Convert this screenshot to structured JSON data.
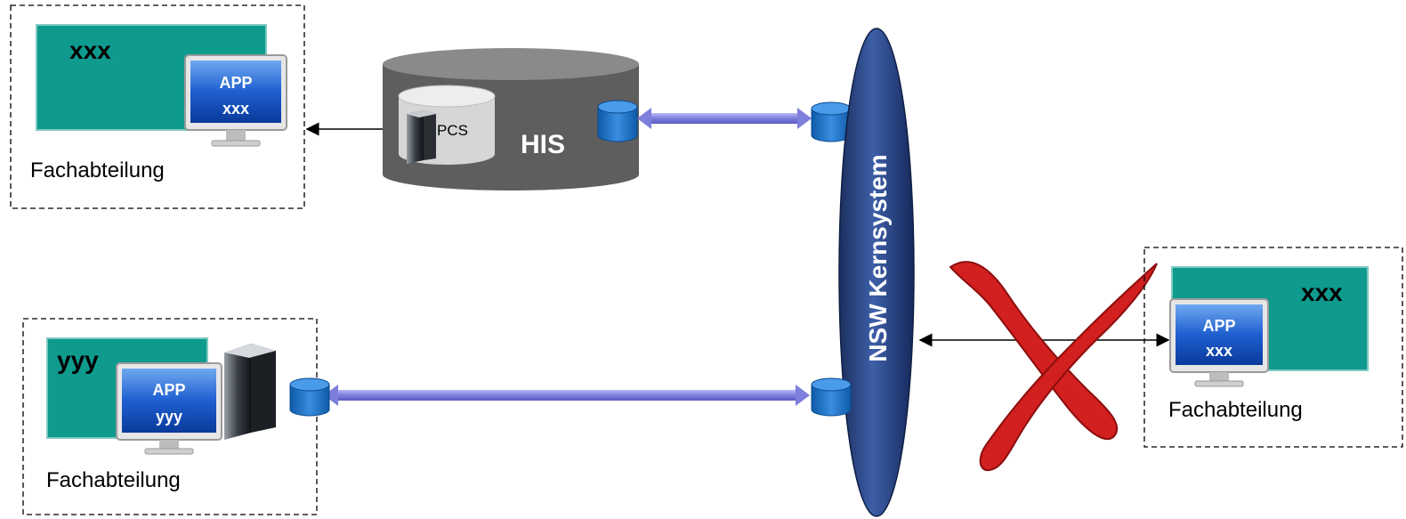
{
  "top_left_group": {
    "screen_label": "xxx",
    "app_line1": "APP",
    "app_line2": "xxx",
    "caption": "Fachabteilung"
  },
  "his": {
    "label": "HIS",
    "inner_label": "PCS"
  },
  "core": {
    "label": "NSW Kernsystem"
  },
  "right_group": {
    "screen_label": "xxx",
    "app_line1": "APP",
    "app_line2": "xxx",
    "caption": "Fachabteilung"
  },
  "bottom_left_group": {
    "screen_label": "yyy",
    "app_line1": "APP",
    "app_line2": "yyy",
    "caption": "Fachabteilung"
  },
  "colors": {
    "teal": "#0F9A8E",
    "his_gray": "#5E5E5E",
    "core_blue": "#1E3A78",
    "connector_purple": "#8C8CE0",
    "cylinder_blue": "#1F6FBF",
    "cross_red": "#D21F1F"
  }
}
